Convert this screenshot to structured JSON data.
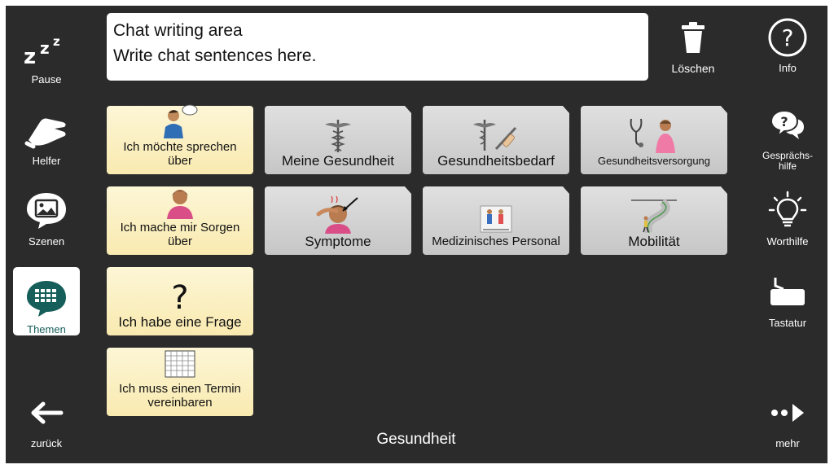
{
  "chat": {
    "line1": "Chat writing area",
    "line2": "Write chat sentences here."
  },
  "left_sidebar": {
    "pause": "Pause",
    "helper": "Helfer",
    "scenes": "Szenen",
    "topics": "Themen",
    "back": "zurück"
  },
  "right_sidebar": {
    "delete": "Löschen",
    "info": "Info",
    "conversation_help": "Gesprächs-\nhilfe",
    "word_help": "Worthilfe",
    "keyboard": "Tastatur",
    "more": "mehr"
  },
  "tiles": {
    "speak_about": "Ich möchte sprechen über",
    "worry_about": "Ich mache mir Sorgen über",
    "have_question": "Ich habe eine Frage",
    "make_appointment": "Ich muss einen Termin vereinbaren",
    "my_health": "Meine Gesundheit",
    "health_needs": "Gesundheitsbedarf",
    "health_care": "Gesundheitsversorgung",
    "symptoms": "Symptome",
    "medical_staff": "Medizinisches Personal",
    "mobility": "Mobilität"
  },
  "footer_title": "Gesundheit",
  "colors": {
    "background": "#2b2b2b",
    "tile_yellow": "#f9eab0",
    "tile_gray": "#c6c6c6",
    "active_text": "#155e5a"
  }
}
